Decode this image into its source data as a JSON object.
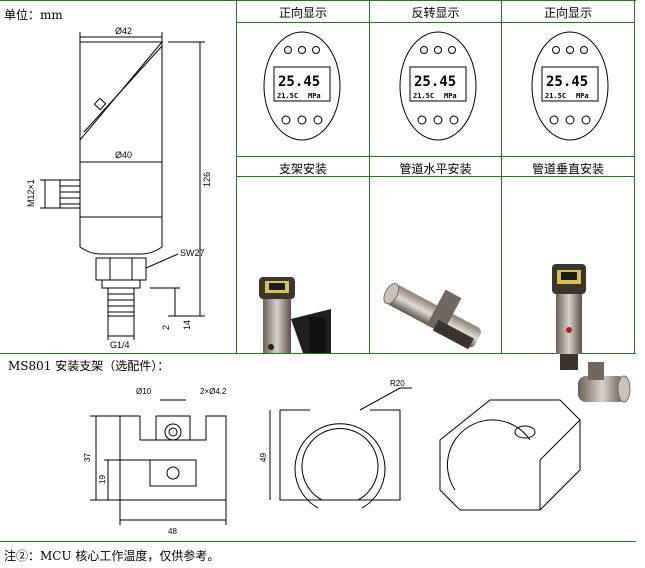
{
  "unit_label": "单位：mm",
  "display_cells": [
    {
      "title": "正向显示",
      "reading": "25.45",
      "temp": "21.5C",
      "pressure_unit": "MPa"
    },
    {
      "title": "反转显示",
      "reading": "25.45",
      "temp": "21.5C",
      "pressure_unit": "MPa"
    },
    {
      "title": "正向显示",
      "reading": "25.45",
      "temp": "21.5C",
      "pressure_unit": "MPa"
    }
  ],
  "mount_cells": [
    {
      "title": "支架安装"
    },
    {
      "title": "管道水平安装"
    },
    {
      "title": "管道垂直安装"
    }
  ],
  "dimensions": {
    "d42": "Ø42",
    "d40": "Ø40",
    "h126": "126",
    "m12": "M12×1",
    "sw27": "SW27",
    "d2": "2",
    "d14": "14",
    "g14": "G1/4"
  },
  "bracket": {
    "title": "MS801 安装支架（选配件）：",
    "d10": "Ø10",
    "holes": "2×Ø4.2",
    "r20": "R20",
    "w48": "48",
    "h37": "37",
    "h19": "19",
    "h49": "49"
  },
  "footnote": "注②：MCU 核心工作温度，仅供参考。",
  "colors": {
    "border": "#1f7a1f",
    "lcd_face": "#f2d873",
    "screen": "#1a1a1a"
  }
}
